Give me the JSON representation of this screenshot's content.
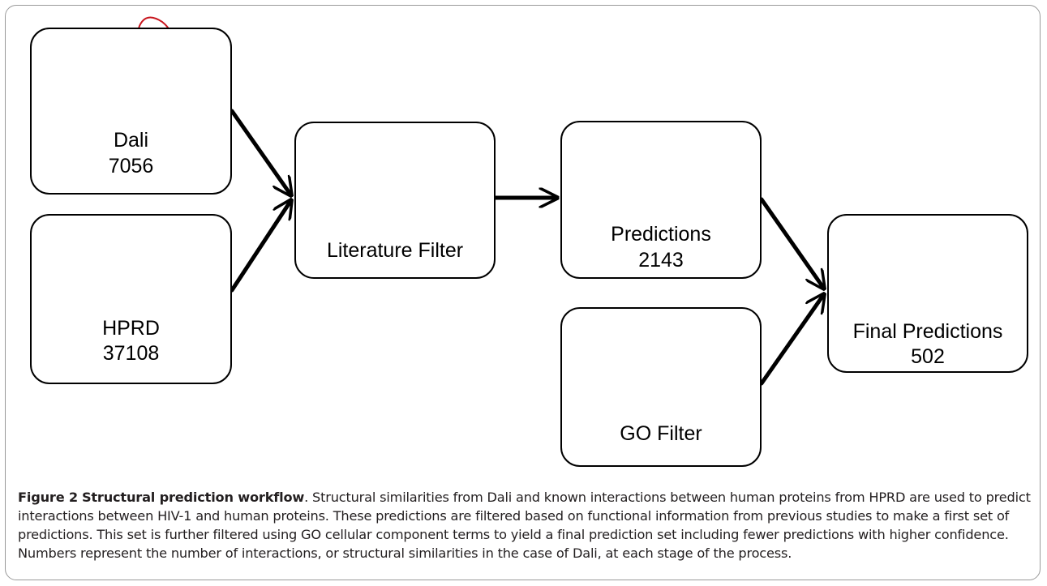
{
  "nodes": {
    "dali": {
      "label": "Dali",
      "value": "7056"
    },
    "hprd": {
      "label": "HPRD",
      "value": "37108"
    },
    "literature": {
      "label": "Literature Filter"
    },
    "predictions": {
      "label": "Predictions",
      "value": "2143"
    },
    "go": {
      "label": "GO Filter"
    },
    "final": {
      "label": "Final Predictions",
      "value": "502"
    }
  },
  "edges": [
    {
      "from": "dali",
      "to": "literature"
    },
    {
      "from": "hprd",
      "to": "literature"
    },
    {
      "from": "literature",
      "to": "predictions"
    },
    {
      "from": "predictions",
      "to": "final"
    },
    {
      "from": "go",
      "to": "final"
    }
  ],
  "caption": {
    "figure_label": "Figure 2",
    "title": "Structural prediction workflow",
    "title_suffix": ".",
    "text": " Structural similarities from Dali and known interactions between human proteins from HPRD are used to predict interactions between HIV-1 and human proteins. These predictions are filtered based on functional information from previous studies to make a first set of predictions. This set is further filtered using GO cellular component terms to yield a final prediction set including fewer predictions with higher confidence. Numbers represent the number of interactions, or structural similarities in the case of Dali, at each stage of the process."
  },
  "colors": {
    "protein_red": "#c8161e",
    "protein_cyan": "#2aa7b8",
    "protein_green": "#3aaa35",
    "network_edge": "#7b7bdc",
    "cell_fill": "#f7efb4",
    "nucleus_fill": "#b9d49a",
    "organelle_fill": "#e8a3a3"
  }
}
